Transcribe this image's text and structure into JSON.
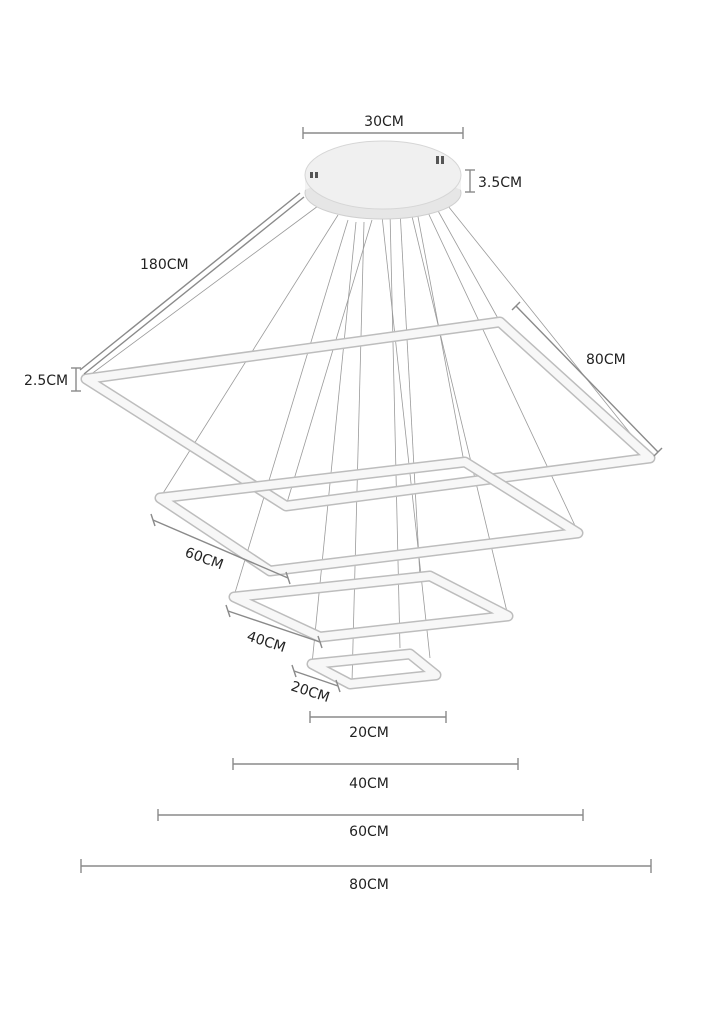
{
  "dimensions": {
    "canopy_diameter": "30CM",
    "canopy_height": "3.5CM",
    "cable_length": "180CM",
    "ring_thickness": "2.5CM",
    "ring_80_side": "80CM",
    "ring_60_side": "60CM",
    "ring_40_side": "40CM",
    "ring_20_side": "20CM",
    "width_20": "20CM",
    "width_40": "40CM",
    "width_60": "60CM",
    "width_80": "80CM"
  },
  "colors": {
    "ring_fill": "#f7f7f7",
    "ring_edge": "#bdbdbd",
    "dimension_line": "#8a8a8a"
  }
}
